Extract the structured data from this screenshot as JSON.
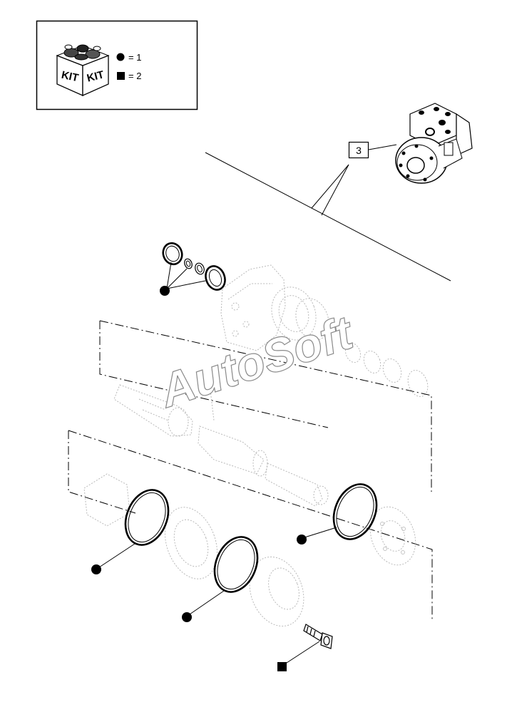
{
  "legend": {
    "kit_label_left": "KIT",
    "kit_label_right": "KIT",
    "circle_text": "= 1",
    "square_text": "= 2"
  },
  "callout": {
    "number": "3"
  },
  "watermark": "AutoSoft"
}
